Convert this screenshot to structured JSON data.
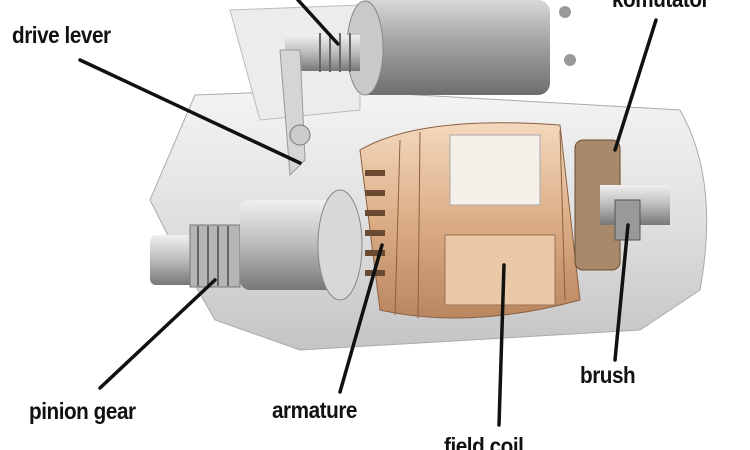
{
  "labels": {
    "drive_lever": "drive lever",
    "komutator": "komutator",
    "pinion_gear": "pinion gear",
    "armature": "armature",
    "field_coil": "field coil",
    "brush": "brush"
  },
  "colors": {
    "housing": "#e4e4e4",
    "copper": "#e2b894",
    "steel": "#bdbdbd",
    "leader": "#111111"
  }
}
